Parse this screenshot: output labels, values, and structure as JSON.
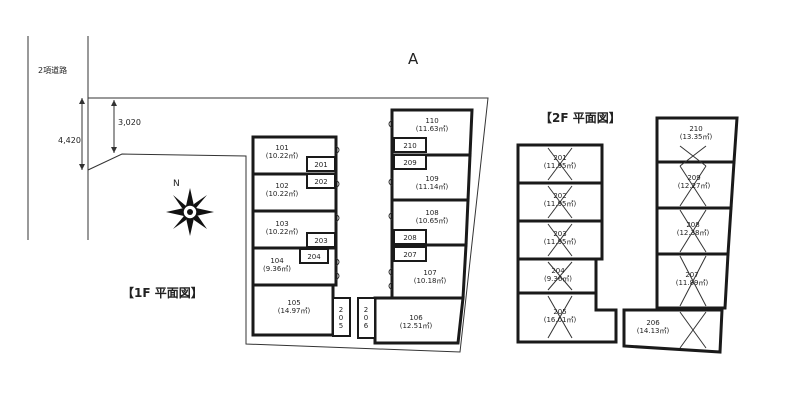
{
  "marker": "A",
  "road_label": "2項道路",
  "dim_left": "4,420",
  "dim_right": "3,020",
  "north_label": "N",
  "floor1_title": "【1F  平面図】",
  "floor2_title": "【2F  平面図】",
  "floor1_rooms": [
    {
      "no": "101",
      "area": "(10.22㎡)"
    },
    {
      "no": "102",
      "area": "(10.22㎡)"
    },
    {
      "no": "103",
      "area": "(10.22㎡)"
    },
    {
      "no": "104",
      "area": "(9.36㎡)"
    },
    {
      "no": "105",
      "area": "(14.97㎡)"
    },
    {
      "no": "106",
      "area": "(12.51㎡)"
    },
    {
      "no": "107",
      "area": "(10.18㎡)"
    },
    {
      "no": "108",
      "area": "(10.65㎡)"
    },
    {
      "no": "109",
      "area": "(11.14㎡)"
    },
    {
      "no": "110",
      "area": "(11.63㎡)"
    }
  ],
  "floor1_stairs": [
    "201",
    "202",
    "203",
    "204",
    "207",
    "208",
    "209",
    "210"
  ],
  "floor1_vertical_stairs": [
    "205",
    "206"
  ],
  "floor2_rooms": [
    {
      "no": "201",
      "area": "(11.95㎡)"
    },
    {
      "no": "202",
      "area": "(11.95㎡)"
    },
    {
      "no": "203",
      "area": "(11.95㎡)"
    },
    {
      "no": "204",
      "area": "(9.36㎡)"
    },
    {
      "no": "205",
      "area": "(16.01㎡)"
    },
    {
      "no": "206",
      "area": "(14.13㎡)"
    },
    {
      "no": "207",
      "area": "(11.89㎡)"
    },
    {
      "no": "208",
      "area": "(12.38㎡)"
    },
    {
      "no": "209",
      "area": "(12.27㎡)"
    },
    {
      "no": "210",
      "area": "(13.35㎡)"
    }
  ]
}
